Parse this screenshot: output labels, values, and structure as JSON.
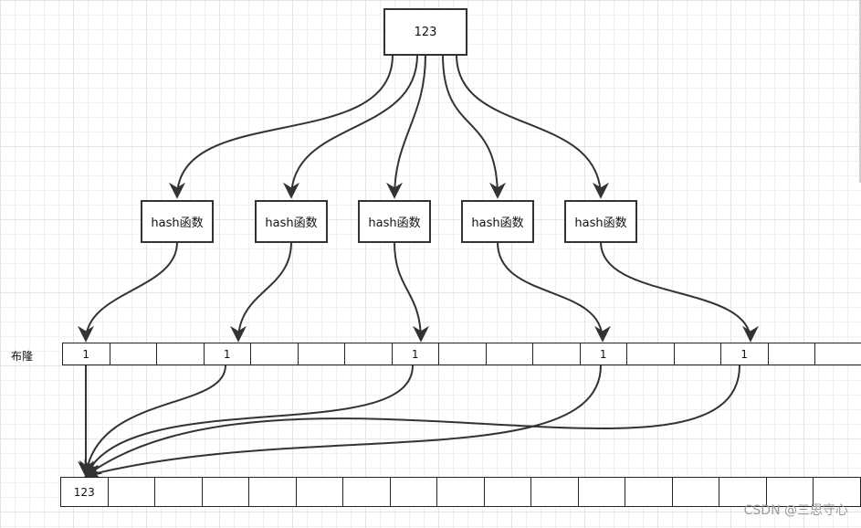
{
  "source": {
    "label": "123"
  },
  "hash_functions": [
    {
      "label": "hash函数"
    },
    {
      "label": "hash函数"
    },
    {
      "label": "hash函数"
    },
    {
      "label": "hash函数"
    },
    {
      "label": "hash函数"
    }
  ],
  "bloom_row": {
    "label": "布隆",
    "cells": [
      "1",
      "",
      "",
      "1",
      "",
      "",
      "",
      "1",
      "",
      "",
      "",
      "1",
      "",
      "",
      "1",
      "",
      ""
    ]
  },
  "bottom_row": {
    "cells": [
      "123",
      "",
      "",
      "",
      "",
      "",
      "",
      "",
      "",
      "",
      "",
      "",
      "",
      "",
      "",
      "",
      ""
    ]
  },
  "watermark": "CSDN @三思守心",
  "colors": {
    "stroke": "#333333",
    "grid": "#e4e4e4"
  }
}
